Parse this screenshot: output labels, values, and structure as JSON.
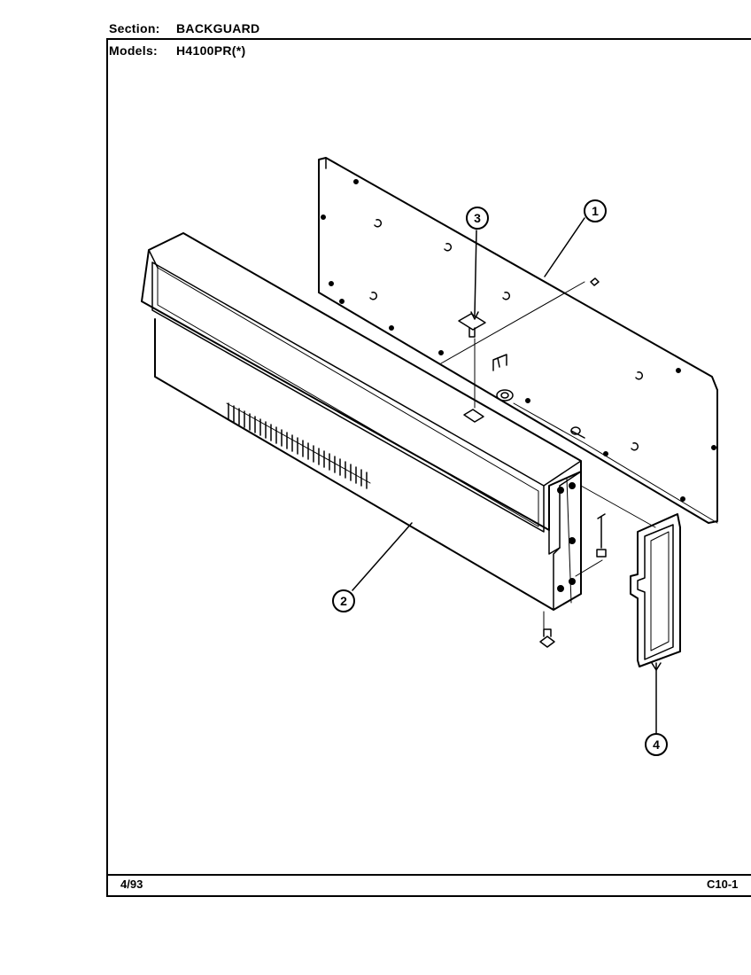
{
  "header": {
    "section_label": "Section:",
    "section_value": "BACKGUARD",
    "models_label": "Models:",
    "models_value": "H4100PR(*)"
  },
  "footer": {
    "date": "4/93",
    "page_code": "C10-1"
  },
  "callouts": [
    "1",
    "2",
    "3",
    "4"
  ]
}
